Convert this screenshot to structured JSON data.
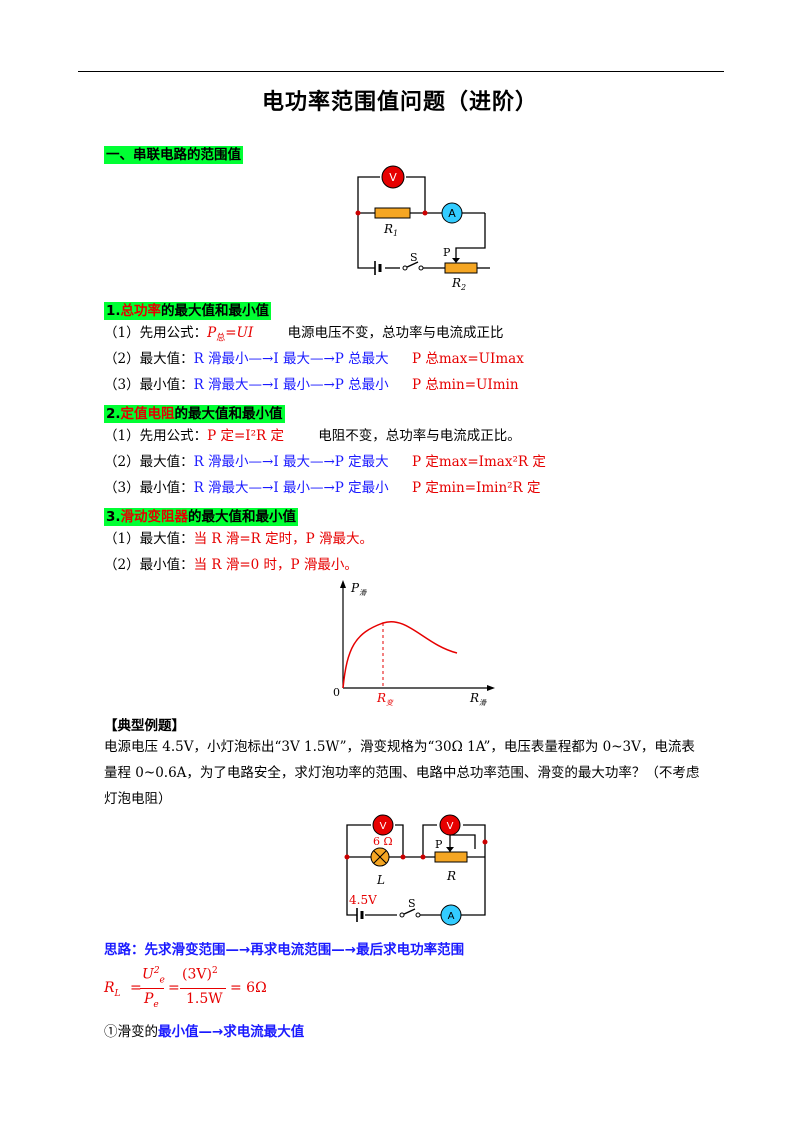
{
  "doc": {
    "title": "电功率范围值问题（进阶）",
    "section1": "一、串联电路的范围值",
    "circuit1": {
      "r1": "R",
      "r1_sub": "1",
      "r2": "R",
      "r2_sub": "2",
      "switch": "S",
      "slider": "P",
      "v": "V",
      "a": "A"
    },
    "sub1": {
      "num": "1.",
      "hl": "总功率",
      "rest": "的最大值和最小值"
    },
    "s1_l1": {
      "prefix": "（1）先用公式：",
      "formula_p": "P",
      "formula_sub": "总",
      "formula_rest": "=UI",
      "note": "电源电压不变，总功率与电流成正比"
    },
    "s1_l2": {
      "prefix": "（2）最大值：",
      "chain": "R 滑最小—→I 最大—→P 总最大",
      "result": "P 总max=UImax"
    },
    "s1_l3": {
      "prefix": "（3）最小值：",
      "chain": "R 滑最大—→I 最小—→P 总最小",
      "result": "P 总min=UImin"
    },
    "sub2": {
      "num": "2.",
      "hl": "定值电阻",
      "rest": "的最大值和最小值"
    },
    "s2_l1": {
      "prefix": "（1）先用公式：",
      "formula": "P 定=I²R 定",
      "note": "电阻不变，总功率与电流成正比。"
    },
    "s2_l2": {
      "prefix": "（2）最大值：",
      "chain": "R 滑最小—→I 最大—→P 定最大",
      "result": "P 定max=Imax²R 定"
    },
    "s2_l3": {
      "prefix": "（3）最小值：",
      "chain": "R 滑最大—→I 最小—→P 定最小",
      "result": "P 定min=Imin²R 定"
    },
    "sub3": {
      "num": "3.",
      "hl": "滑动变阻器",
      "rest": "的最大值和最小值"
    },
    "s3_l1": {
      "prefix": "（1）最大值：",
      "text": "当 R 滑=R 定时，P 滑最大。"
    },
    "s3_l2": {
      "prefix": "（2）最小值：",
      "text": "当 R 滑=0 时，P 滑最小。"
    },
    "graph": {
      "ylabel": "P",
      "ylabel_sub": "滑",
      "xlabel": "R",
      "xlabel_sub": "滑",
      "origin": "0",
      "mark": "R",
      "mark_sub": "变"
    },
    "example_head": "【典型例题】",
    "example_text": "电源电压 4.5V，小灯泡标出“3V  1.5W”，滑变规格为“30Ω  1A”，电压表量程都为 0~3V，电流表量程 0~0.6A，为了电路安全，求灯泡功率的范围、电路中总功率范围、滑变的最大功率？（不考虑灯泡电阻）",
    "circuit2": {
      "lamp_r": "6 Ω",
      "lamp": "L",
      "rheo": "R",
      "slider": "P",
      "voltage": "4.5V",
      "switch": "S",
      "v": "V",
      "a": "A"
    },
    "idea": "思路：先求滑变范围—→再求电流范围—→最后求电功率范围",
    "formula": {
      "lhs": "R",
      "lhs_sub": "L",
      "num": "U",
      "num_sub": "e",
      "den": "P",
      "den_sub": "e",
      "num2": "(3V)",
      "den2": "1.5W",
      "result": "= 6Ω"
    },
    "step1": {
      "prefix": "①滑变的",
      "bold": "最小值—→求电流最大值"
    }
  },
  "colors": {
    "highlight": "#00ff33",
    "red": "#e60000",
    "blue": "#1a1aff",
    "meter_v": "#e60000",
    "meter_a": "#33ccff",
    "resistor": "#f5a623",
    "curve": "#e60000"
  }
}
